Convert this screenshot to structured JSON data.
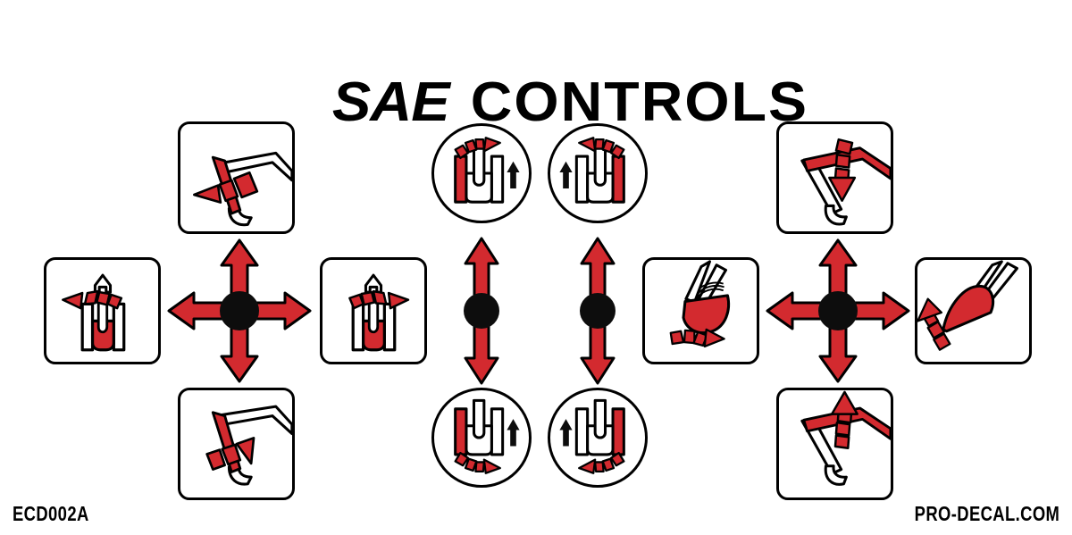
{
  "header": {
    "title_part1": "SAE",
    "title_part2": "CONTROLS",
    "title_full": "SAE  CONTROLS"
  },
  "footer": {
    "part_number": "ECD002A",
    "website": "PRO-DECAL.COM"
  },
  "colors": {
    "red": "#d32a2f",
    "black": "#0d0d0d",
    "white": "#ffffff",
    "outline": "#000000"
  },
  "diagram": {
    "type": "excavator-control-pattern",
    "standard": "SAE",
    "groups": [
      {
        "name": "left-joystick",
        "hub": "black-dot",
        "functions": [
          {
            "position": "up",
            "label": "stick-out",
            "icon": "arm-extend-out"
          },
          {
            "position": "down",
            "label": "stick-in",
            "icon": "arm-curl-in"
          },
          {
            "position": "left",
            "label": "swing-left",
            "icon": "house-swing-left"
          },
          {
            "position": "right",
            "label": "swing-right",
            "icon": "house-swing-right"
          }
        ]
      },
      {
        "name": "travel-levers",
        "functions": [
          {
            "position": "left-forward",
            "label": "left-track-forward",
            "icon": "left-track-forward"
          },
          {
            "position": "left-reverse",
            "label": "left-track-reverse",
            "icon": "left-track-reverse"
          },
          {
            "position": "right-forward",
            "label": "right-track-forward",
            "icon": "right-track-forward"
          },
          {
            "position": "right-reverse",
            "label": "right-track-reverse",
            "icon": "right-track-reverse"
          }
        ]
      },
      {
        "name": "right-joystick",
        "hub": "black-dot",
        "functions": [
          {
            "position": "up",
            "label": "boom-down",
            "icon": "boom-lower"
          },
          {
            "position": "down",
            "label": "boom-up",
            "icon": "boom-raise"
          },
          {
            "position": "left",
            "label": "bucket-curl-in",
            "icon": "bucket-curl"
          },
          {
            "position": "right",
            "label": "bucket-dump",
            "icon": "bucket-dump"
          }
        ]
      }
    ]
  }
}
